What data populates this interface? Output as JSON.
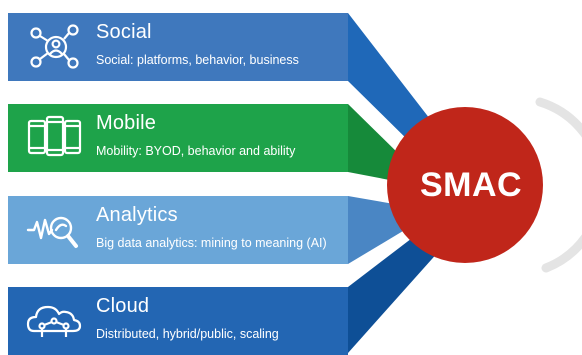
{
  "hub": {
    "label": "SMAC",
    "color": "#c0261a"
  },
  "cards": [
    {
      "id": "social",
      "title": "Social",
      "subtitle": "Social: platforms, behavior, business",
      "icon": "people-network-icon",
      "color": "#3f78bd",
      "connector_color": "#1f68b8"
    },
    {
      "id": "mobile",
      "title": "Mobile",
      "subtitle": "Mobility: BYOD, behavior and ability",
      "icon": "mobile-devices-icon",
      "color": "#1ea34a",
      "connector_color": "#168a3a"
    },
    {
      "id": "analytics",
      "title": "Analytics",
      "subtitle": "Big data analytics: mining to meaning (AI)",
      "icon": "analytics-magnifier-icon",
      "color": "#6aa6d8",
      "connector_color": "#4a86c4"
    },
    {
      "id": "cloud",
      "title": "Cloud",
      "subtitle": "Distributed, hybrid/public, scaling",
      "icon": "cloud-network-icon",
      "color": "#2366b3",
      "connector_color": "#0e4f96"
    }
  ]
}
